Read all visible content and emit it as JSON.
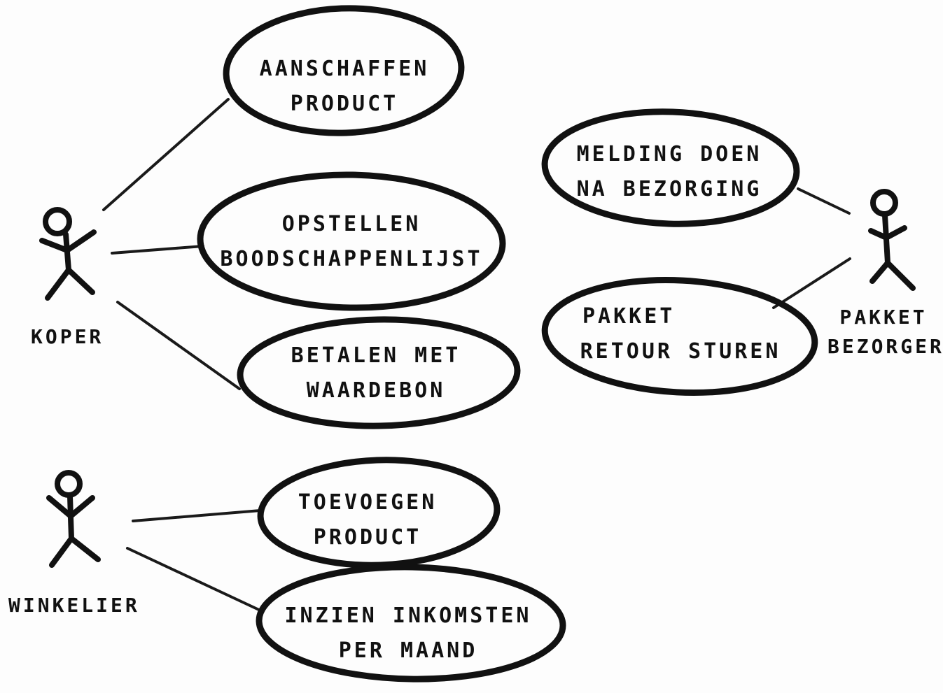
{
  "actors": {
    "koper": {
      "label": "KOPER"
    },
    "winkelier": {
      "label": "WINKELIER"
    },
    "bezorger": {
      "line1": "PAKKET",
      "line2": "BEZORGER"
    }
  },
  "use_cases": {
    "aanschaffen": {
      "line1": "AANSCHAFFEN",
      "line2": "PRODUCT"
    },
    "opstellen": {
      "line1": "OPSTELLEN",
      "line2": "BOODSCHAPPENLIJST"
    },
    "betalen": {
      "line1": "BETALEN MET",
      "line2": "WAARDEBON"
    },
    "toevoegen": {
      "line1": "TOEVOEGEN",
      "line2": "PRODUCT"
    },
    "inzien": {
      "line1": "INZIEN INKOMSTEN",
      "line2": "PER MAAND"
    },
    "melding": {
      "line1": "MELDING DOEN",
      "line2": "NA BEZORGING"
    },
    "retour": {
      "line1": "PAKKET",
      "line2": "RETOUR STUREN"
    }
  },
  "colors": {
    "ink": "#111111",
    "paper": "#fdfdfd"
  }
}
